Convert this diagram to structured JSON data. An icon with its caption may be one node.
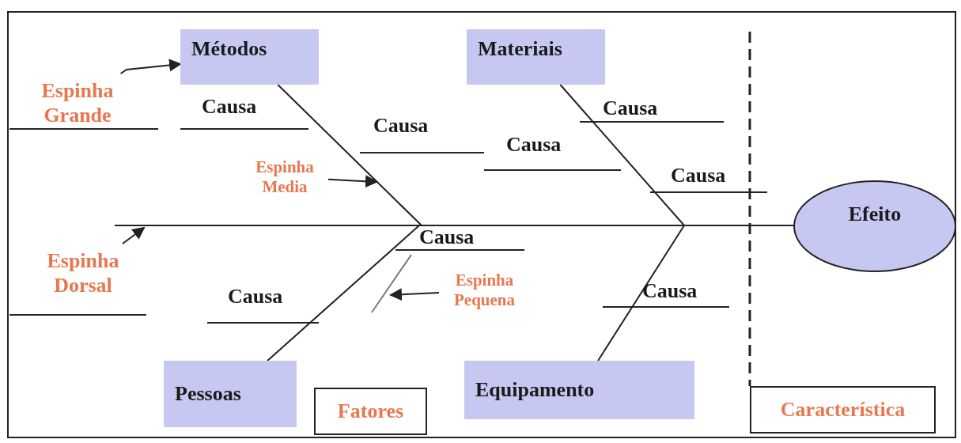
{
  "diagram": {
    "nodes": [
      {
        "text": [
          "Métodos"
        ]
      },
      {
        "text": [
          "Materiais"
        ]
      },
      {
        "text": [
          "Espinha Grande"
        ]
      },
      {
        "text": [
          "Espinha Media"
        ]
      },
      {
        "text": [
          "Efeito"
        ]
      },
      {
        "text": [
          "Espinha Dorsal"
        ]
      },
      {
        "text": [
          "Espinha Pequena"
        ]
      },
      {
        "text": [
          "Pessoas"
        ]
      },
      {
        "text": [
          "Equipamento"
        ]
      },
      {
        "text": [
          "Fatores"
        ]
      },
      {
        "text": [
          "Característica"
        ]
      }
    ],
    "edges": [
      {
        "from": 0,
        "to": 4,
        "arrow": "none"
      },
      {
        "from": 1,
        "to": 4,
        "arrow": "none"
      },
      {
        "from": 7,
        "to": 4,
        "arrow": "none"
      },
      {
        "from": 8,
        "to": 4,
        "arrow": "none"
      },
      {
        "from": 2,
        "to": 0,
        "arrow": "to"
      },
      {
        "from": 3,
        "to": null,
        "arrow": "to"
      },
      {
        "from": 5,
        "to": null,
        "arrow": "to"
      },
      {
        "from": 6,
        "to": null,
        "arrow": "to"
      }
    ],
    "labels": [
      "Causa",
      "Causa",
      "Causa",
      "Causa",
      "Causa",
      "Causa",
      "Causa",
      "Causa"
    ]
  }
}
